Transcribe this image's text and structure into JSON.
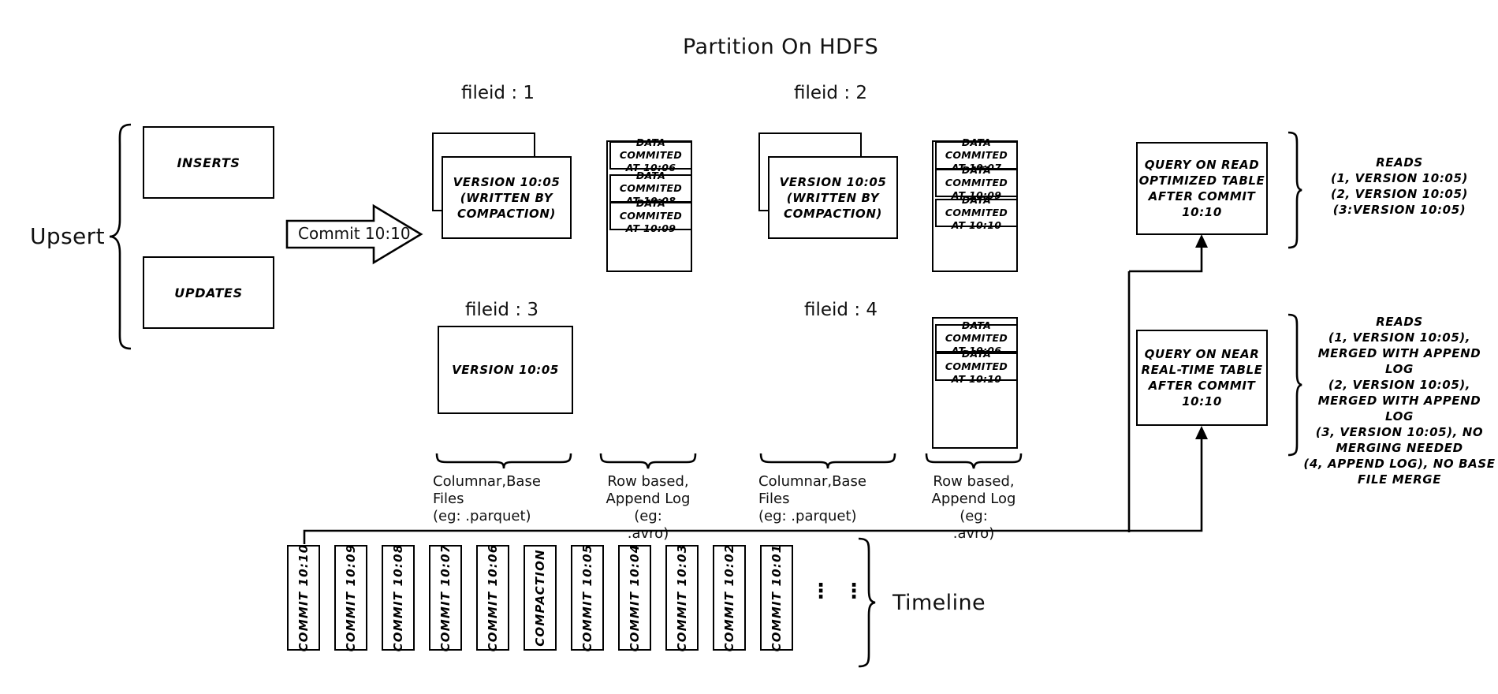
{
  "diagram": {
    "title": "Partition On HDFS",
    "upsert_label": "Upsert",
    "inserts_label": "INSERTS",
    "updates_label": "UPDATES",
    "commit_arrow_label": "Commit 10:10",
    "timeline_label": "Timeline",
    "dots": "⋮"
  },
  "fileids": {
    "one": {
      "header": "fileid : 1",
      "base_text": "VERSION 10:05\n(WRITTEN BY\nCOMPACTION)",
      "base_line1": "VERSION 10:05",
      "base_line2": "(WRITTEN BY",
      "base_line3": "COMPACTION)",
      "log_entries": [
        "DATA COMMITED\nAT 10:06",
        "DATA COMMITED\nAT 10:08",
        "DATA COMMITED\nAT 10:09"
      ]
    },
    "two": {
      "header": "fileid : 2",
      "base_line1": "VERSION 10:05",
      "base_line2": "(WRITTEN BY",
      "base_line3": "COMPACTION)",
      "log_entries": [
        "DATA COMMITED\nAT 10:07",
        "DATA COMMITED\nAT 10:09",
        "DATA COMMITED\nAT 10:10"
      ]
    },
    "three": {
      "header": "fileid : 3",
      "base_line1": "VERSION 10:05"
    },
    "four": {
      "header": "fileid : 4",
      "log_entries": [
        "DATA COMMITED\nAT 10:06",
        "DATA COMMITED\nAT 10:10"
      ]
    }
  },
  "captions": {
    "columnar_left_line1": "Columnar,Base Files",
    "columnar_left_line2": "(eg: .parquet)",
    "rowbased_left_line1": "Row based,",
    "rowbased_left_line2": "Append Log  (eg:",
    "rowbased_left_line3": ".avro)",
    "columnar_right_line1": "Columnar,Base Files",
    "columnar_right_line2": "(eg: .parquet)",
    "rowbased_right_line1": "Row based,",
    "rowbased_right_line2": "Append Log  (eg:",
    "rowbased_right_line3": ".avro)"
  },
  "queries": {
    "read_optimized": {
      "line1": "QUERY ON READ",
      "line2": "OPTIMIZED TABLE",
      "line3": "AFTER COMMIT",
      "line4": "10:10"
    },
    "near_realtime": {
      "line1": "QUERY ON NEAR",
      "line2": "REAL-TIME TABLE",
      "line3": "AFTER COMMIT",
      "line4": "10:10"
    }
  },
  "reads": {
    "read_optimized": [
      "READS",
      "(1, VERSION 10:05)",
      "(2, VERSION 10:05)",
      "(3:VERSION 10:05)"
    ],
    "near_realtime": [
      "READS",
      "(1, VERSION 10:05),",
      "MERGED WITH APPEND LOG",
      "(2, VERSION 10:05),",
      "MERGED WITH APPEND LOG",
      "(3, VERSION 10:05), NO",
      "MERGING NEEDED",
      "(4, APPEND LOG), NO BASE",
      "FILE MERGE"
    ]
  },
  "timeline": {
    "chips": [
      "COMMIT  10:10",
      "COMMIT  10:09",
      "COMMIT  10:08",
      "COMMIT  10:07",
      "COMMIT  10:06",
      "COMPACTION",
      "COMMIT  10:05",
      "COMMIT  10:04",
      "COMMIT  10:03",
      "COMMIT  10:02",
      "COMMIT  10:01"
    ]
  },
  "colors": {
    "stroke": "#000000",
    "background": "#ffffff"
  }
}
